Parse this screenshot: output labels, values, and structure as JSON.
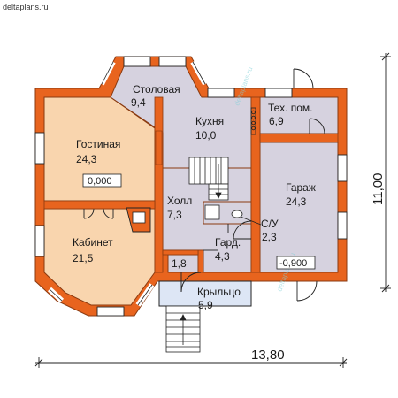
{
  "site": "deltaplans.ru",
  "watermark": "deltaplans.ru",
  "colors": {
    "wall": "#e8641e",
    "wall_edge": "#8a3a10",
    "living_zone": "#f9d5ae",
    "service_zone": "#d6d2df",
    "porch": "#dde6f5",
    "line": "#222222"
  },
  "rooms": {
    "stolovaya": {
      "name": "Столовая",
      "area": "9,4"
    },
    "kuhnya": {
      "name": "Кухня",
      "area": "10,0"
    },
    "tech": {
      "name": "Тех. пом.",
      "area": "6,9"
    },
    "gostinaya": {
      "name": "Гостиная",
      "area": "24,3"
    },
    "garazh": {
      "name": "Гараж",
      "area": "24,3"
    },
    "holl": {
      "name": "Холл",
      "area": "7,3"
    },
    "su": {
      "name": "С/У",
      "area": "2,3"
    },
    "kabinet": {
      "name": "Кабинет",
      "area": "21,5"
    },
    "gard": {
      "name": "Гард.",
      "area": "4,3"
    },
    "small": {
      "area": "1,8"
    },
    "kryltso": {
      "name": "Крыльцо",
      "area": "5,9"
    }
  },
  "levels": {
    "floor": "0,000",
    "garage": "-0,900"
  },
  "dimensions": {
    "width": "13,80",
    "height": "11,00"
  }
}
